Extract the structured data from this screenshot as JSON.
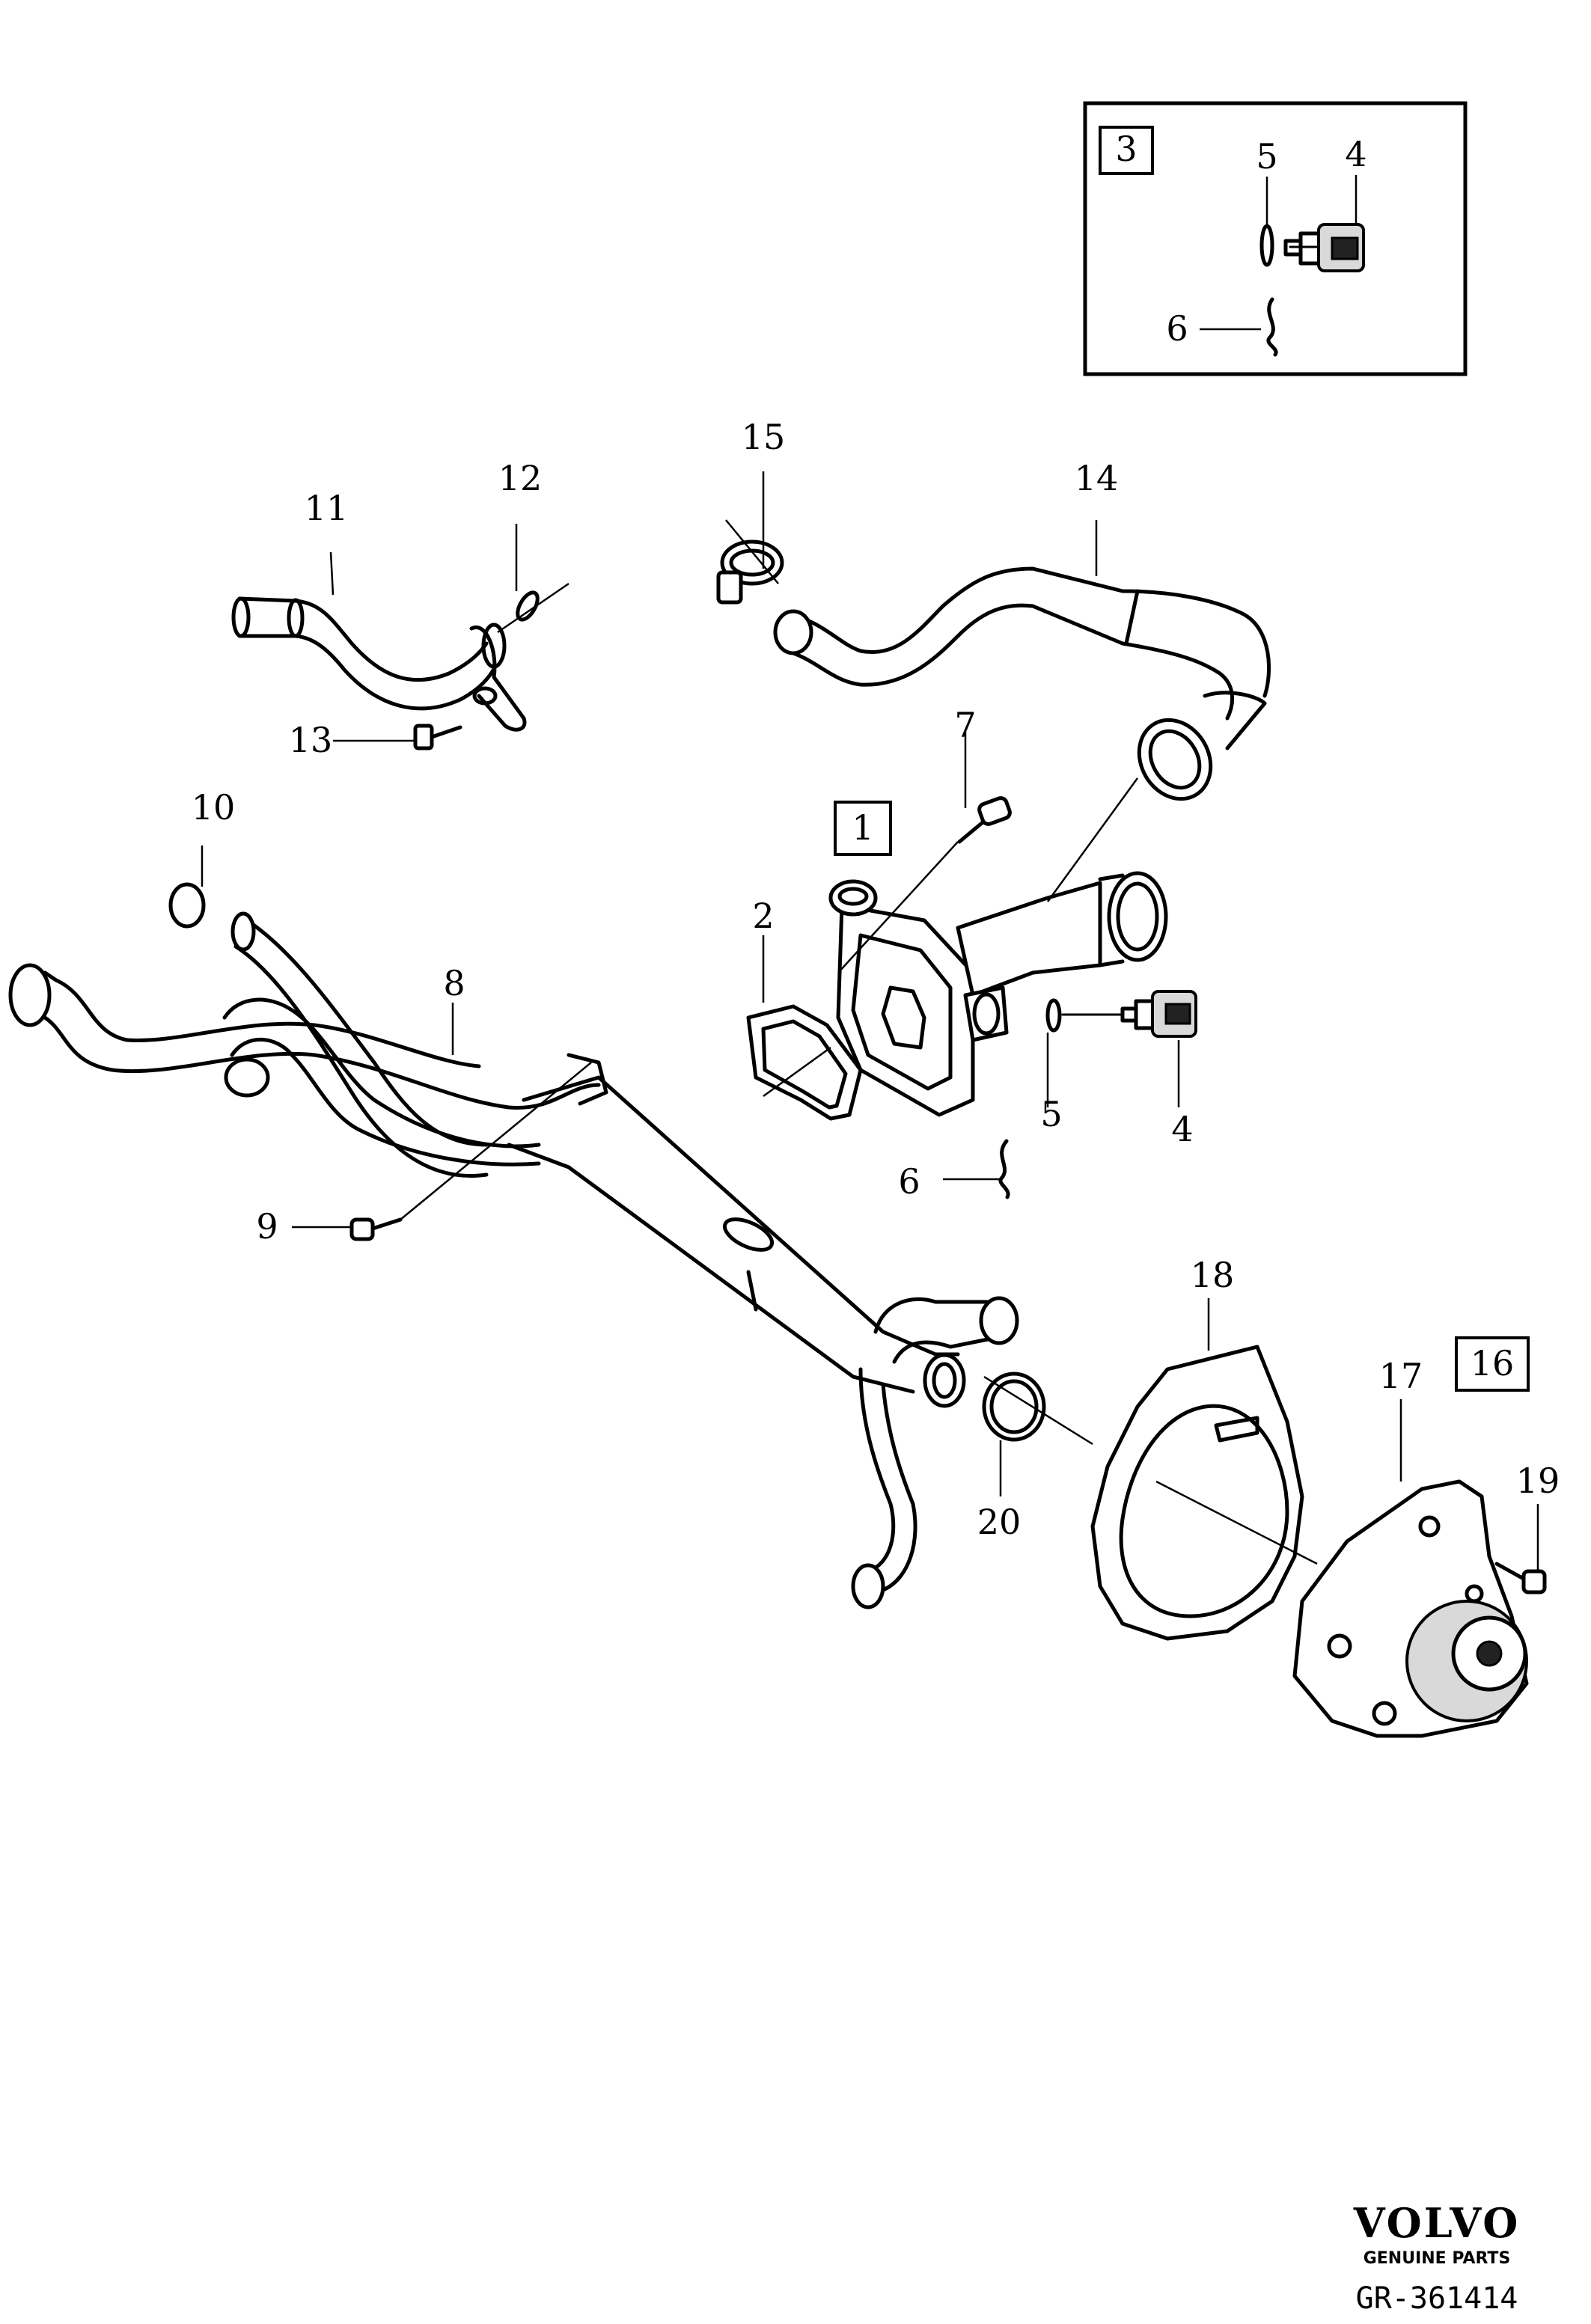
{
  "diagram": {
    "brand": {
      "name": "VOLVO",
      "tagline": "GENUINE PARTS"
    },
    "reference": "GR-361414",
    "inset": {
      "box_label": "3",
      "labels": {
        "sensor": "4",
        "o_ring": "5",
        "clip": "6"
      }
    },
    "labels": {
      "p1": "1",
      "p2": "2",
      "p4": "4",
      "p5": "5",
      "p6": "6",
      "p7": "7",
      "p8": "8",
      "p9": "9",
      "p10": "10",
      "p11": "11",
      "p12": "12",
      "p13": "13",
      "p14": "14",
      "p15": "15",
      "p16": "16",
      "p17": "17",
      "p18": "18",
      "p19": "19",
      "p20": "20"
    }
  }
}
